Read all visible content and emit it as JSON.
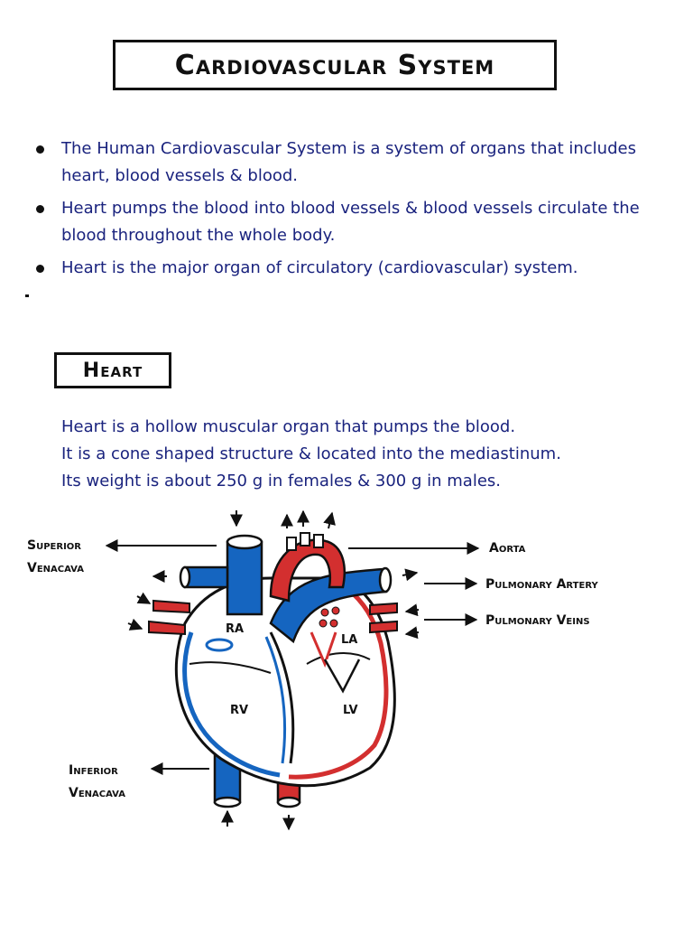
{
  "title": "Cardiovascular System",
  "bullets": [
    "The Human Cardiovascular System is a system of organs that includes heart, blood vessels & blood.",
    "Heart pumps the blood into blood vessels & blood vessels circulate the blood throughout the whole body.",
    "Heart is the major organ of circulatory (cardiovascular) system."
  ],
  "heart_section": {
    "heading": "Heart",
    "lines": [
      "Heart is a hollow muscular organ that pumps the blood.",
      "It is a cone shaped structure & located into the mediastinum.",
      "Its weight is about 250 g in females & 300 g in males."
    ]
  },
  "diagram": {
    "labels": {
      "svc_line1": "Superior",
      "svc_line2": "Venacava",
      "aorta": "Aorta",
      "pulmonary_artery": "Pulmonary Artery",
      "pulmonary_veins": "Pulmonary Veins",
      "ivc_line1": "Inferior",
      "ivc_line2": "Venacava"
    },
    "chambers": {
      "ra": "RA",
      "la": "LA",
      "rv": "RV",
      "lv": "LV"
    },
    "colors": {
      "deoxygenated": "#1565c0",
      "oxygenated": "#d32f2f",
      "outline": "#111111"
    }
  }
}
